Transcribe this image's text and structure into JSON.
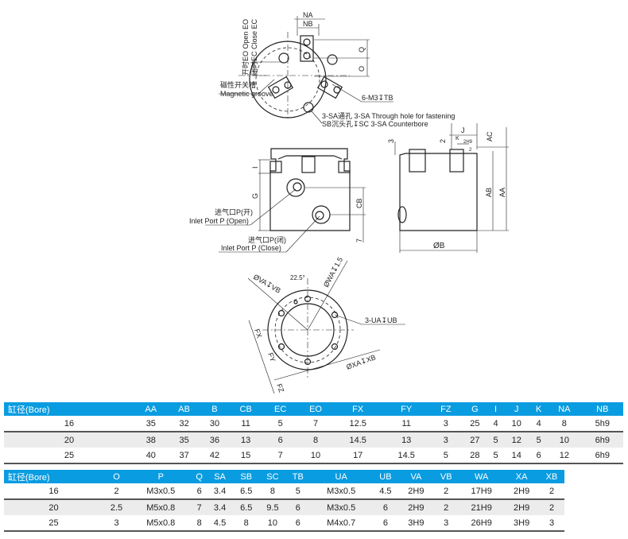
{
  "drawing": {
    "top_view": {
      "open_eo": "开时EO Open EO",
      "close_ec": "闭时EC Close EC",
      "na": "NA",
      "nb": "NB",
      "q": "Q",
      "o": "O",
      "magnetic_cn": "磁性开关槽",
      "magnetic_en": "Magnetic groove",
      "m3_tb": "6-M3↧TB",
      "sa_through": "3-SA通孔 3-SA Through hole for fastening",
      "sb_counterbore": "SB沉头孔↧SC 3-SA Counterbore"
    },
    "front_view": {
      "i": "I",
      "g": "G",
      "cb": "CB",
      "seven": "7",
      "inlet_open_cn": "进气口P(开)",
      "inlet_open_en": "Inlet Port P (Open)",
      "inlet_close_cn": "进气口P(闭)",
      "inlet_close_en": "Inlet Port P (Close)"
    },
    "side_view": {
      "j": "J",
      "k": "K",
      "h9": "2H9",
      "two": "2",
      "two_b": "2",
      "three": "3",
      "ac": "AC",
      "ab": "AB",
      "aa": "AA",
      "b": "ØB"
    },
    "bottom_view": {
      "va_vb": "ØVA↧VB",
      "angle": "22.5°",
      "wa": "ØWA↧1.5",
      "ua_ub": "3-UA↧UB",
      "fx": "FX",
      "fy": "FY",
      "fz": "FZ",
      "xa_xb": "ØXA↧XB"
    }
  },
  "table1": {
    "headers": [
      "缸径(Bore)",
      "AA",
      "AB",
      "B",
      "CB",
      "EC",
      "EO",
      "FX",
      "FY",
      "FZ",
      "G",
      "I",
      "J",
      "K",
      "NA",
      "NB"
    ],
    "rows": [
      [
        "16",
        "35",
        "32",
        "30",
        "11",
        "5",
        "7",
        "12.5",
        "11",
        "3",
        "25",
        "4",
        "10",
        "4",
        "8",
        "5h9"
      ],
      [
        "20",
        "38",
        "35",
        "36",
        "13",
        "6",
        "8",
        "14.5",
        "13",
        "3",
        "27",
        "5",
        "12",
        "5",
        "10",
        "6h9"
      ],
      [
        "25",
        "40",
        "37",
        "42",
        "15",
        "7",
        "10",
        "17",
        "14.5",
        "5",
        "28",
        "5",
        "14",
        "6",
        "12",
        "6h9"
      ]
    ]
  },
  "table2": {
    "headers": [
      "缸径(Bore)",
      "O",
      "P",
      "Q",
      "SA",
      "SB",
      "SC",
      "TB",
      "UA",
      "UB",
      "VA",
      "VB",
      "WA",
      "XA",
      "XB"
    ],
    "rows": [
      [
        "16",
        "2",
        "M3x0.5",
        "6",
        "3.4",
        "6.5",
        "8",
        "5",
        "M3x0.5",
        "4.5",
        "2H9",
        "2",
        "17H9",
        "2H9",
        "2"
      ],
      [
        "20",
        "2.5",
        "M5x0.8",
        "7",
        "3.4",
        "6.5",
        "9.5",
        "6",
        "M3x0.5",
        "6",
        "2H9",
        "2",
        "21H9",
        "2H9",
        "2"
      ],
      [
        "25",
        "3",
        "M5x0.8",
        "8",
        "4.5",
        "8",
        "10",
        "6",
        "M4x0.7",
        "6",
        "3H9",
        "3",
        "26H9",
        "3H9",
        "3"
      ]
    ]
  },
  "colors": {
    "header_bg": "#0a9ce0",
    "alt_row": "#ececec"
  }
}
